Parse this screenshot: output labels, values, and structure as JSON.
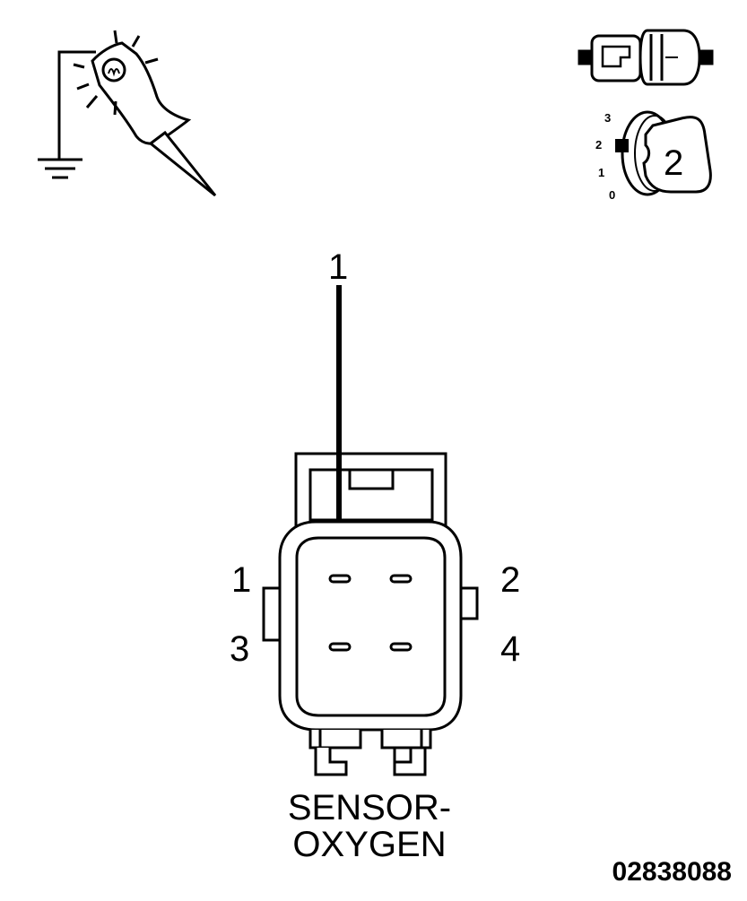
{
  "probe_icon": {
    "name": "test-light-probe-icon",
    "ground": "ground-icon"
  },
  "disconnect_icon": {
    "name": "connector-disconnect-icon"
  },
  "ignition_icon": {
    "name": "ignition-key-icon",
    "positions": [
      "3",
      "2",
      "1",
      "0"
    ],
    "key_position": "2"
  },
  "test_pointer": {
    "label": "1"
  },
  "connector": {
    "pins": {
      "pin1": "1",
      "pin2": "2",
      "pin3": "3",
      "pin4": "4"
    },
    "name_line1": "SENSOR-",
    "name_line2": "OXYGEN"
  },
  "figure_code": "02838088"
}
